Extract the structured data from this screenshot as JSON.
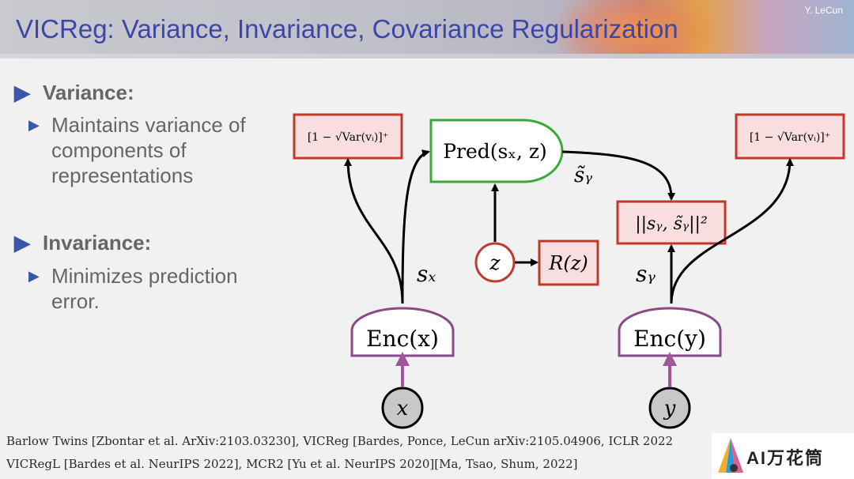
{
  "header": {
    "title": "VICReg: Variance, Invariance, Covariance Regularization",
    "author": "Y. LeCun"
  },
  "bullets": {
    "variance_heading": "Variance:",
    "variance_detail": "Maintains variance of components of representations",
    "invariance_heading": "Invariance:",
    "invariance_detail": "Minimizes prediction error."
  },
  "diagram": {
    "left_variance_box": "[1 − √Var(vᵢ)]⁺",
    "right_variance_box": "[1 − √Var(vᵢ)]⁺",
    "predictor": "Pred(sₓ, z)",
    "latent": "z",
    "regularizer": "R(z)",
    "prediction_label": "s̃ᵧ",
    "loss_box": "||sᵧ, s̃ᵧ||²",
    "sx_label": "sₓ",
    "sy_label": "sᵧ",
    "encoder_x": "Enc(x)",
    "encoder_y": "Enc(y)",
    "input_x": "x",
    "input_y": "y",
    "colors": {
      "variance_border": "#c0392b",
      "box_fill": "#f8dede",
      "predictor_border": "#3aa83a",
      "encoder_border": "#8a4a8a",
      "input_fill": "#c8c8c8"
    }
  },
  "references": {
    "line1": "Barlow Twins [Zbontar et al. ArXiv:2103.03230], VICReg [Bardes, Ponce, LeCun arXiv:2105.04906, ICLR 2022",
    "line2": "VICRegL [Bardes et al. NeurIPS 2022], MCR2 [Yu et al. NeurIPS 2020][Ma, Tsao, Shum, 2022]"
  },
  "watermark": {
    "text": "AI万花筒"
  }
}
